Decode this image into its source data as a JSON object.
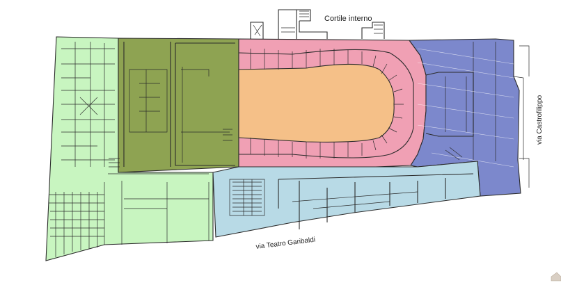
{
  "labels": {
    "courtyard": "Cortile interno",
    "street_south": "via Teatro Garibaldi",
    "street_east": "via Castrofilippo"
  },
  "zones": {
    "west_green": "#c8f5c0",
    "olive": "#8ea352",
    "auditorium_ring": "#f0a0b4",
    "stalls": "#f5c088",
    "stage_blue": "#7c88cc",
    "south_lightblue": "#b8dae6"
  }
}
